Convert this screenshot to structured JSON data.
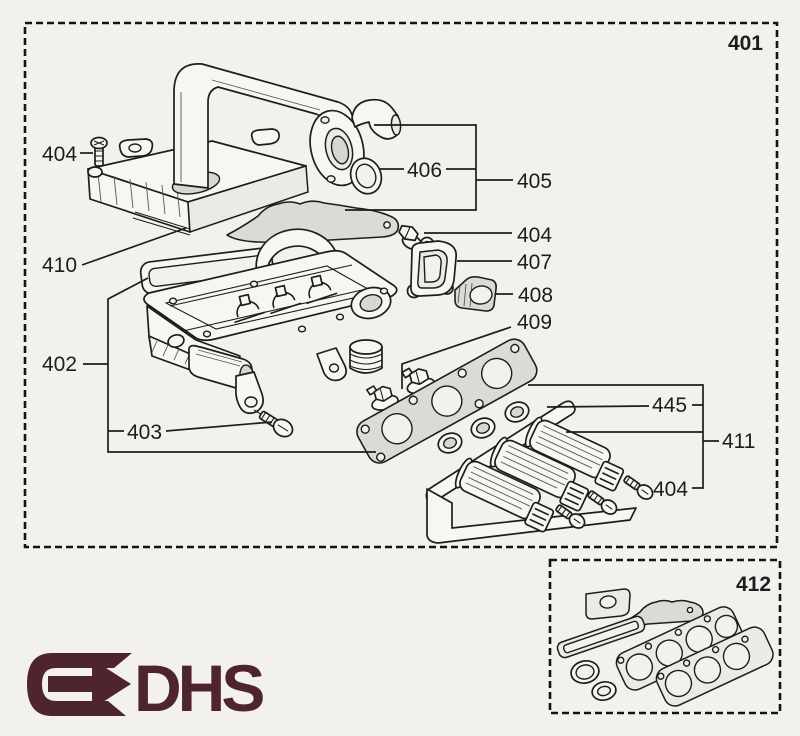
{
  "figure": {
    "frame_label": "401",
    "inset_label": "412",
    "callouts": {
      "c404a": "404",
      "c410": "410",
      "c402": "402",
      "c403": "403",
      "c406": "406",
      "c405": "405",
      "c404b": "404",
      "c407": "407",
      "c408": "408",
      "c409": "409",
      "c445": "445",
      "c411": "411",
      "c404c": "404"
    }
  },
  "logo": {
    "text": "DHS",
    "color": "#4e252c"
  },
  "colors": {
    "paper": "#f2f1ee",
    "ink": "#1d1d1d",
    "shade": "#dcdad5",
    "light": "#f7f6f3"
  }
}
